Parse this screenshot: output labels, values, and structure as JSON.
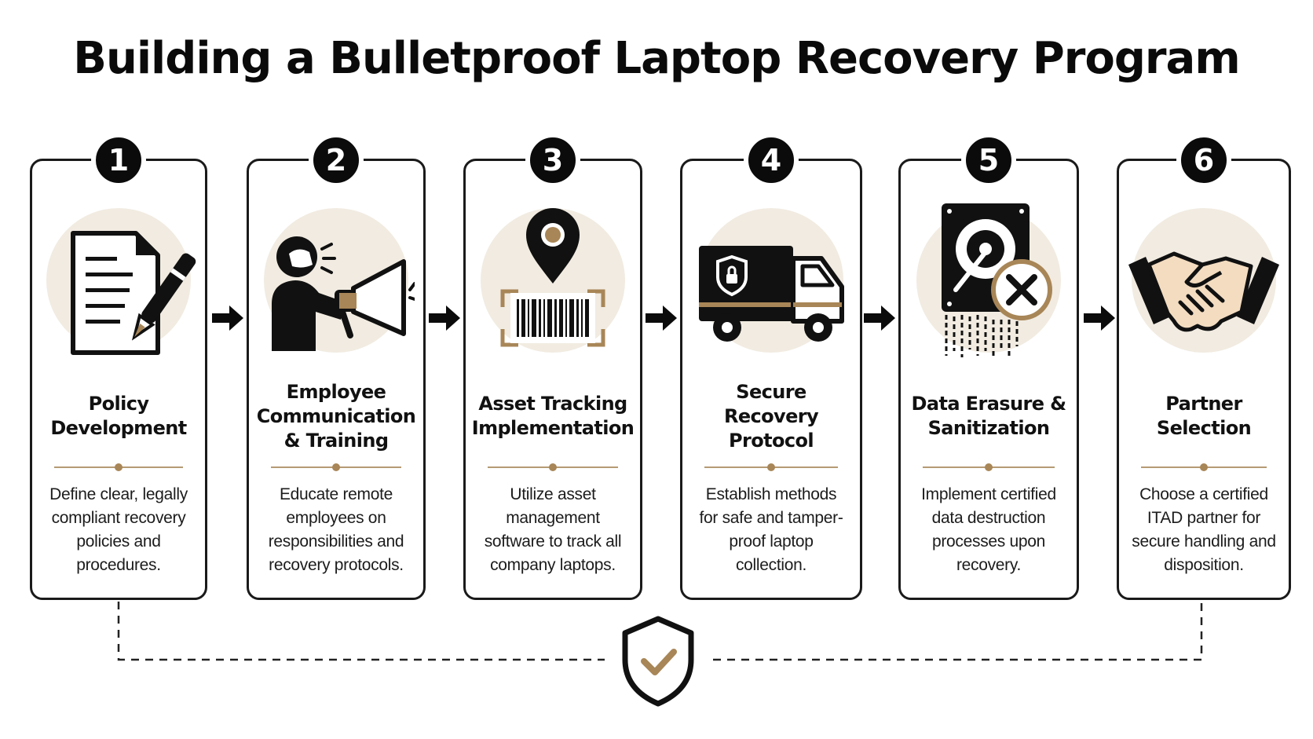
{
  "title": "Building a Bulletproof Laptop Recovery Program",
  "colors": {
    "accent_gold": "#a88657",
    "icon_bg": "#f1ebe1",
    "ink": "#111111"
  },
  "steps": [
    {
      "number": "1",
      "title": "Policy Development",
      "description": "Define clear, legally compliant recovery policies and procedures.",
      "icon": "document-pen-icon"
    },
    {
      "number": "2",
      "title": "Employee Communication & Training",
      "description": "Educate remote employees on responsibilities and recovery protocols.",
      "icon": "megaphone-icon"
    },
    {
      "number": "3",
      "title": "Asset Tracking Implementation",
      "description": "Utilize asset management software to track all company laptops.",
      "icon": "location-barcode-icon"
    },
    {
      "number": "4",
      "title": "Secure Recovery Protocol",
      "description": "Establish methods for safe and tamper-proof laptop collection.",
      "icon": "secure-truck-icon"
    },
    {
      "number": "5",
      "title": "Data Erasure & Sanitization",
      "description": "Implement certified data destruction processes upon recovery.",
      "icon": "hard-drive-erase-icon"
    },
    {
      "number": "6",
      "title": "Partner Selection",
      "description": "Choose a certified ITAD partner for secure handling and disposition.",
      "icon": "handshake-icon"
    }
  ]
}
